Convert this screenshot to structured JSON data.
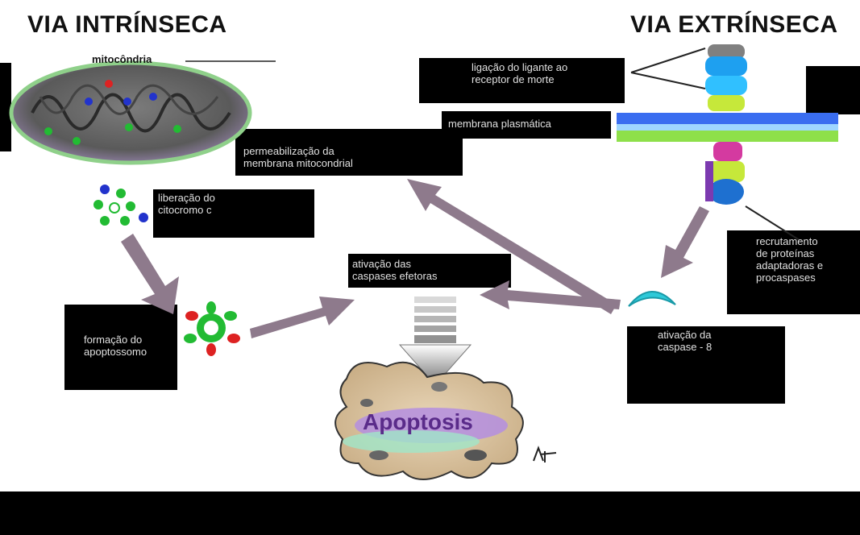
{
  "titles": {
    "left": "VIA INTRÍNSECA",
    "right": "VIA EXTRÍNSECA"
  },
  "labels": {
    "mitocondria": "mitocôndria",
    "ligacao": "ligação do ligante ao\nreceptor de morte",
    "membrana": "membrana plasmática",
    "permeabilizacao": "permeabilização da\nmembrana mitocondrial",
    "liberacao": "liberação do\ncitocromo c",
    "ativacao_efetoras": "ativação das\ncaspases efetoras",
    "recrutamento": "recrutamento\nde proteínas\nadaptadoras e\nprocaspases",
    "formacao": "formação do\napoptossomo",
    "ativacao_caspase8": "ativação da\ncaspase - 8",
    "apoptosis": "Apoptosis"
  },
  "colors": {
    "arrow": "#8e7a8c",
    "background": "#ffffff",
    "frame": "#000000"
  }
}
